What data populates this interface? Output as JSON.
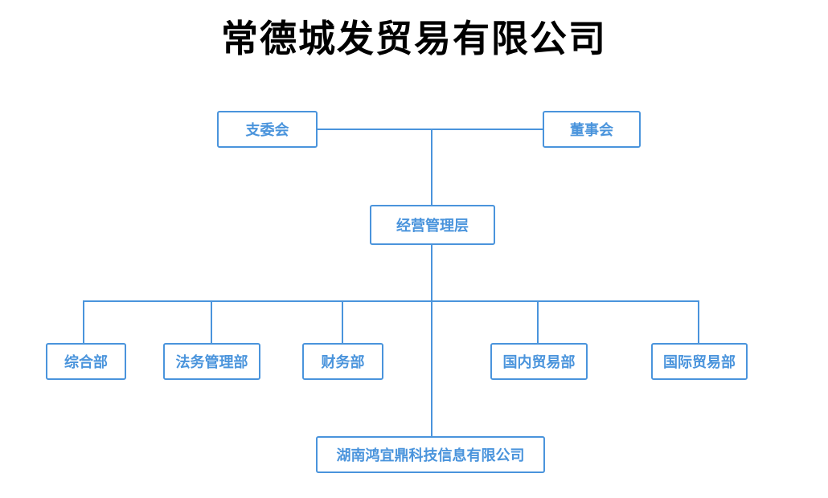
{
  "title": "常德城发贸易有限公司",
  "colors": {
    "accent": "#4a94dc",
    "title_text": "#000000",
    "box_background": "#ffffff"
  },
  "nodes": {
    "party_committee": "支委会",
    "board": "董事会",
    "management": "经营管理层",
    "general": "综合部",
    "legal": "法务管理部",
    "finance": "财务部",
    "domestic_trade": "国内贸易部",
    "international_trade": "国际贸易部",
    "subsidiary": "湖南鸿宜鼎科技信息有限公司"
  }
}
